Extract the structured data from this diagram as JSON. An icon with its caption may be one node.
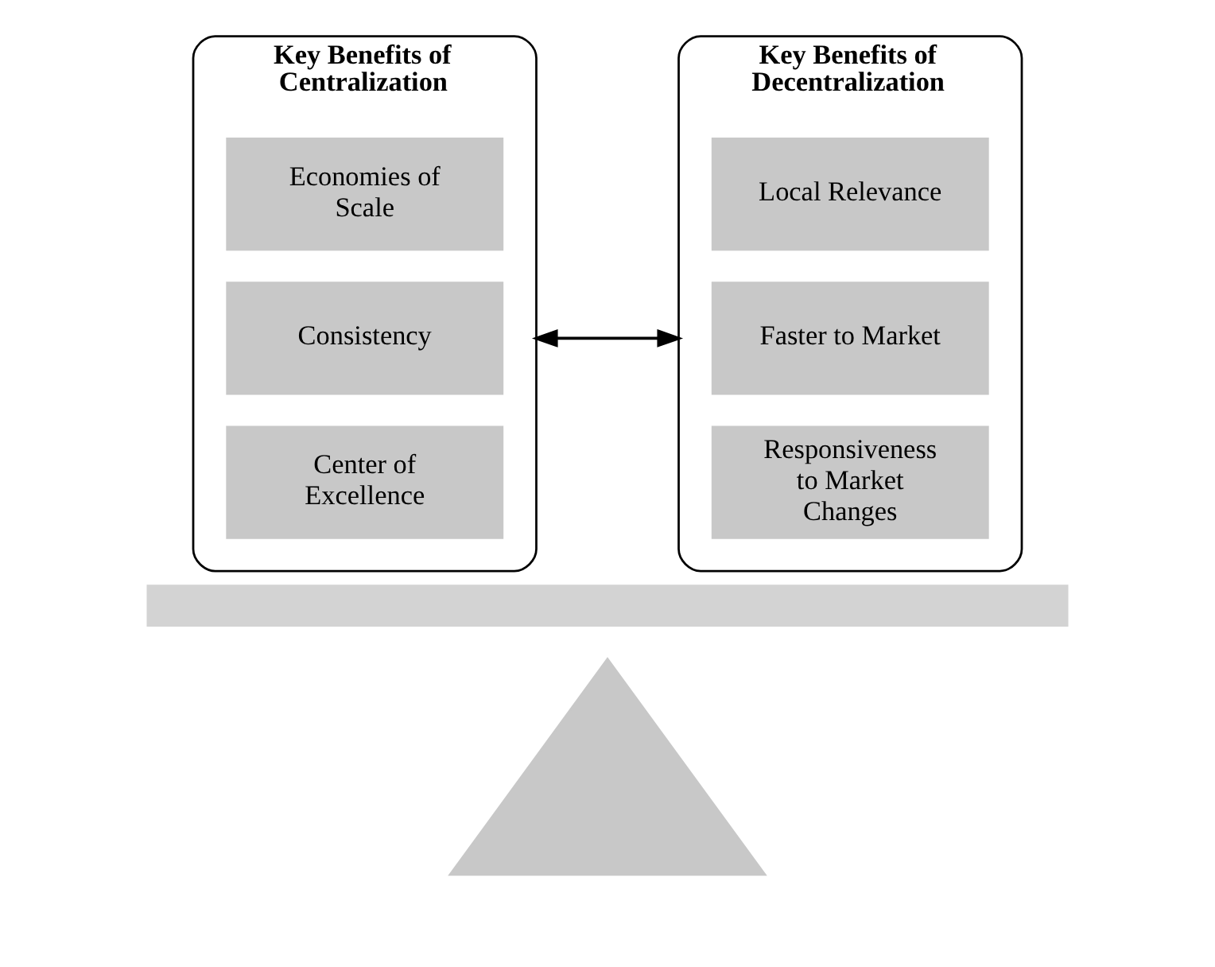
{
  "diagram": {
    "nodes": [
      {
        "text": [
          "Key Benefits of Centralization"
        ]
      },
      {
        "text": [
          "Economies of Scale"
        ],
        "in": 0
      },
      {
        "text": [
          "Consistency"
        ],
        "in": 0
      },
      {
        "text": [
          "Center of Excellence"
        ],
        "in": 0
      },
      {
        "text": [
          "Key Benefits of Decentralization"
        ]
      },
      {
        "text": [
          "Local Relevance"
        ],
        "in": 4
      },
      {
        "text": [
          "Faster to Market"
        ],
        "in": 4
      },
      {
        "text": [
          "Responsiveness to Market Changes"
        ],
        "in": 4
      },
      {
        "text": [],
        "shape": "bar"
      },
      {
        "text": [],
        "shape": "triangle"
      }
    ],
    "edges": [
      {
        "from": 0,
        "to": 4,
        "arrow": "both"
      }
    ]
  }
}
